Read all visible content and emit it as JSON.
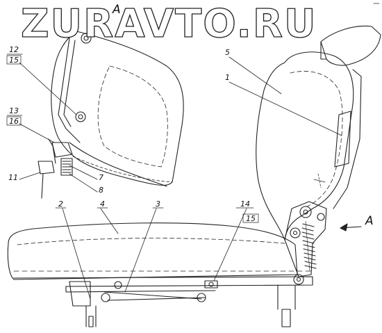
{
  "watermark": "ZURAVTO.RU",
  "view_labels": {
    "top": "A",
    "right": "A"
  },
  "part_labels": {
    "p1": "1",
    "p2": "2",
    "p3": "3",
    "p4": "4",
    "p5": "5",
    "p7": "7",
    "p8": "8",
    "p11": "11",
    "p12": "12",
    "p12_sub": "15",
    "p13": "13",
    "p13_sub": "16",
    "p14": "14",
    "p14_sub": "15"
  }
}
